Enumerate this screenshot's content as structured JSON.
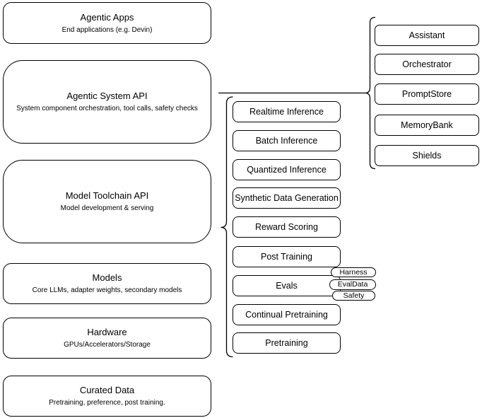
{
  "diagram": {
    "left_column": [
      {
        "title": "Agentic Apps",
        "subtitle": "End applications (e.g. Devin)"
      },
      {
        "title": "Agentic System API",
        "subtitle": "System component orchestration, tool calls, safety checks"
      },
      {
        "title": "Model Toolchain API",
        "subtitle": "Model development & serving"
      },
      {
        "title": "Models",
        "subtitle": "Core LLMs, adapter weights, secondary models"
      },
      {
        "title": "Hardware",
        "subtitle": "GPUs/Accelerators/Storage"
      },
      {
        "title": "Curated Data",
        "subtitle": "Pretraining, preference, post training."
      }
    ],
    "toolchain_services": [
      "Realtime Inference",
      "Batch Inference",
      "Quantized Inference",
      "Synthetic Data Generation",
      "Reward Scoring",
      "Post Training",
      "Evals",
      "Continual Pretraining",
      "Pretraining"
    ],
    "eval_tags": [
      "Harness",
      "EvalData",
      "Safety"
    ],
    "system_components": [
      "Assistant",
      "Orchestrator",
      "PromptStore",
      "MemoryBank",
      "Shields"
    ],
    "colors": {
      "line": "#000000",
      "fill": "#ffffff",
      "text": "#000000"
    }
  }
}
